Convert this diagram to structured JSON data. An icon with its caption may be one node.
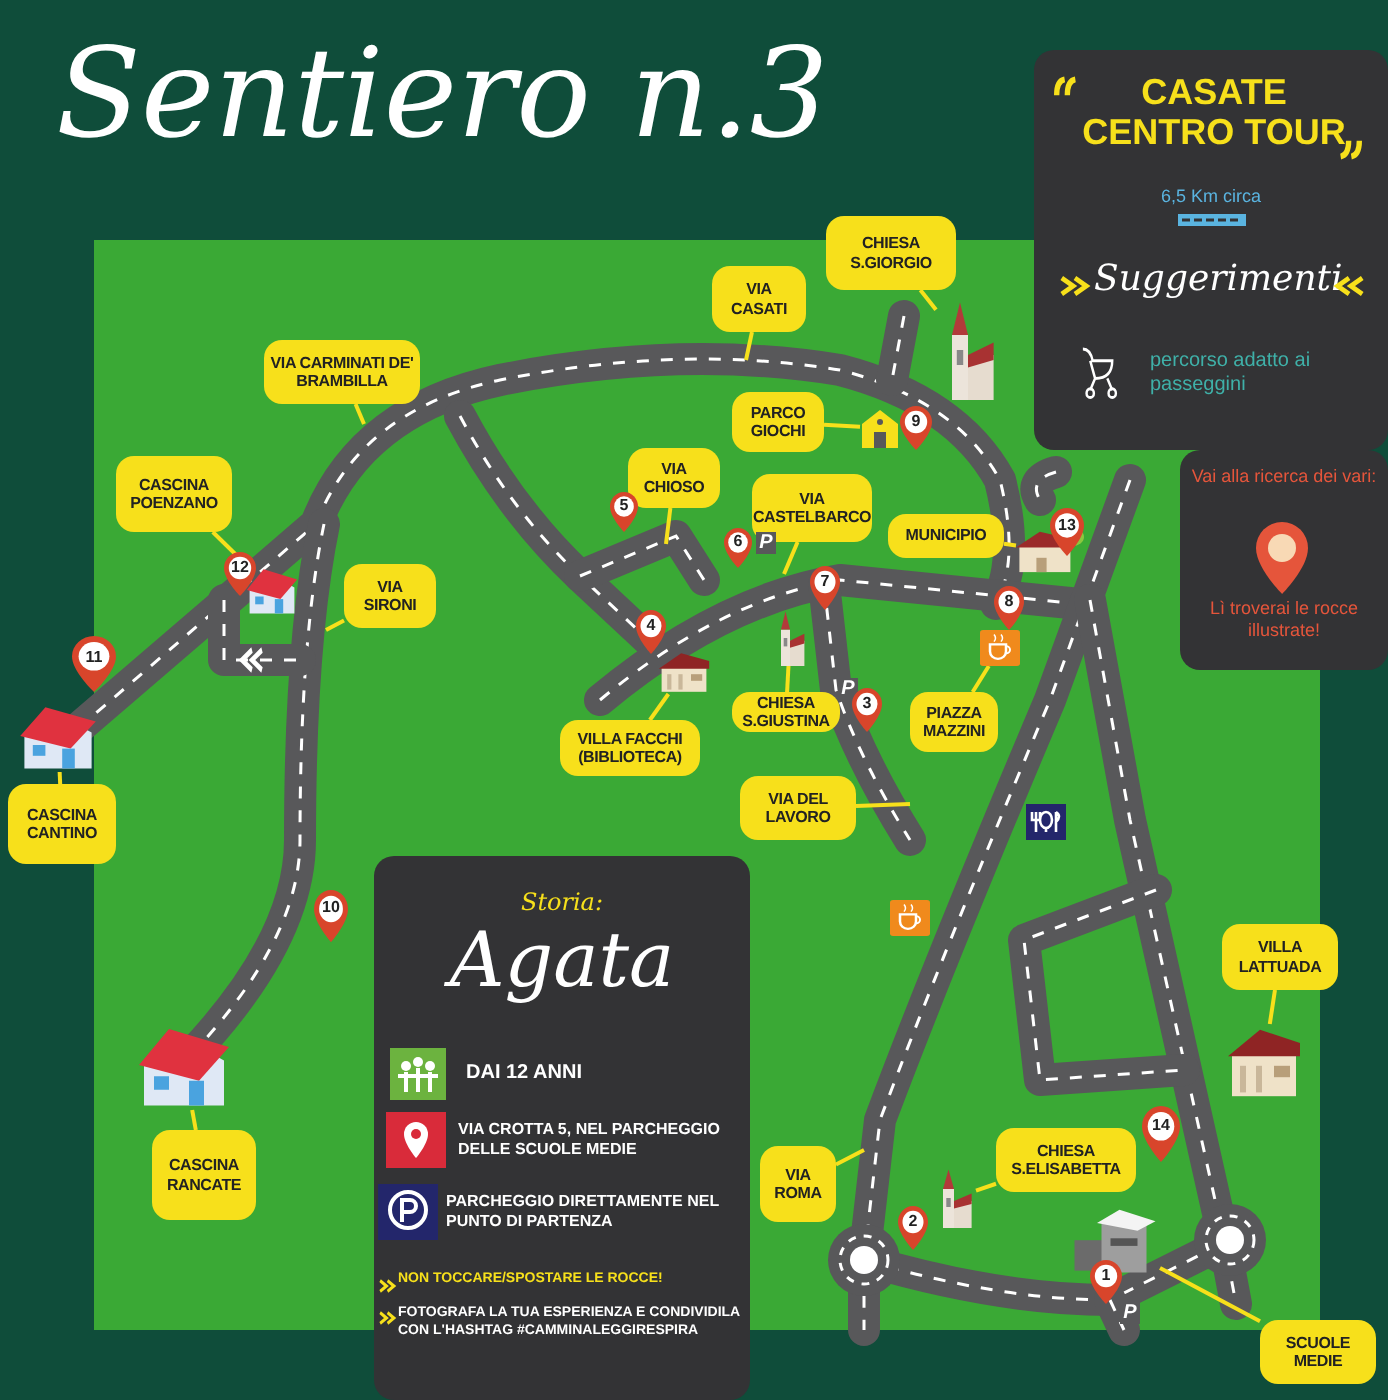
{
  "diagram": {
    "title": "Sentiero n.3",
    "nodes": [
      {
        "text": [
          "CASATE CENTRO TOUR",
          "6,5 Km circa",
          "Suggerimenti",
          "percorso adatto ai passeggini"
        ]
      },
      {
        "text": [
          "Vai alla ricerca dei vari:",
          "Lì troverai le rocce illustrate!"
        ]
      },
      {
        "text": [
          "CHIESA S.GIORGIO"
        ]
      },
      {
        "text": [],
        "shape": "picture"
      },
      {
        "text": [
          "VIA CASATI"
        ]
      },
      {
        "text": [
          "VIA CARMINATI DE' BRAMBILLA"
        ]
      },
      {
        "text": [
          "PARCO GIOCHI"
        ]
      },
      {
        "text": [],
        "shape": "picture"
      },
      {
        "text": [
          "9"
        ]
      },
      {
        "text": [
          "CASCINA POENZANO"
        ]
      },
      {
        "text": [],
        "shape": "picture"
      },
      {
        "text": [
          "12"
        ]
      },
      {
        "text": [
          "VIA CHIOSO"
        ]
      },
      {
        "text": [
          "5"
        ]
      },
      {
        "text": [
          "VIA CASTELBARCO"
        ]
      },
      {
        "text": [
          "6"
        ]
      },
      {
        "text": [
          "MUNICIPIO"
        ]
      },
      {
        "text": [],
        "shape": "picture"
      },
      {
        "text": [
          "13"
        ]
      },
      {
        "text": [
          "VIA SIRONI"
        ]
      },
      {
        "text": [
          "11"
        ]
      },
      {
        "text": [
          "8"
        ]
      },
      {
        "text": [
          "7"
        ]
      },
      {
        "text": [
          "4"
        ]
      },
      {
        "text": [],
        "shape": "picture"
      },
      {
        "text": [],
        "shape": "picture"
      },
      {
        "text": [],
        "shape": "picture"
      },
      {
        "text": [],
        "shape": "picture"
      },
      {
        "text": [
          "CHIESA S.GIUSTINA"
        ]
      },
      {
        "text": [
          "3"
        ]
      },
      {
        "text": [
          "PIAZZA MAZZINI"
        ]
      },
      {
        "text": [
          "VILLA FACCHI (BIBLIOTECA)"
        ]
      },
      {
        "text": [
          "CASCINA CANTINO"
        ]
      },
      {
        "text": [
          "VIA DEL LAVORO"
        ]
      },
      {
        "text": [
          "Storia:",
          "Agata",
          "DAI 12 ANNI",
          "VIA CROTTA 5, NEL PARCHEGGIO DELLE SCUOLE MEDIE",
          "PARCHEGGIO DIRETTAMENTE NEL PUNTO DI PARTENZA",
          "NON TOCCARE/SPOSTARE LE ROCCE!",
          "FOTOGRAFA LA TUA ESPERIENZA E CONDIVIDILA CON L'HASHTAG #CAMMINALEGGIRESPIRA"
        ]
      },
      {
        "text": [
          "10"
        ]
      },
      {
        "text": [
          "VILLA LATTUADA"
        ]
      },
      {
        "text": [],
        "shape": "picture"
      },
      {
        "text": [],
        "shape": "picture"
      },
      {
        "text": [
          "CHIESA S.ELISABETTA"
        ]
      },
      {
        "text": [],
        "shape": "picture"
      },
      {
        "text": [
          "14"
        ]
      },
      {
        "text": [
          "VIA ROMA"
        ]
      },
      {
        "text": [
          "CASCINA RANCATE"
        ]
      },
      {
        "text": [
          "2"
        ]
      },
      {
        "text": [],
        "shape": "picture"
      },
      {
        "text": [
          "1"
        ]
      },
      {
        "text": [
          "SCUOLE MEDIE"
        ]
      }
    ],
    "edges": [
      {
        "from": 2,
        "to": 3,
        "arrow": "none"
      },
      {
        "from": 4,
        "to": null,
        "arrow": "none"
      },
      {
        "from": 5,
        "to": null,
        "arrow": "none"
      },
      {
        "from": 6,
        "to": 7,
        "arrow": "none"
      },
      {
        "from": 9,
        "to": 10,
        "arrow": "none"
      },
      {
        "from": 12,
        "to": null,
        "arrow": "none"
      },
      {
        "from": 14,
        "to": null,
        "arrow": "none"
      },
      {
        "from": 16,
        "to": 17,
        "arrow": "none"
      },
      {
        "from": 19,
        "to": null,
        "arrow": "none"
      },
      {
        "from": 28,
        "to": 25,
        "arrow": "none"
      },
      {
        "from": 30,
        "to": 27,
        "arrow": "none"
      },
      {
        "from": 31,
        "to": 26,
        "arrow": "none"
      },
      {
        "from": 32,
        "to": 24,
        "arrow": "none"
      },
      {
        "from": 33,
        "to": null,
        "arrow": "none"
      },
      {
        "from": 36,
        "to": 37,
        "arrow": "none"
      },
      {
        "from": 43,
        "to": 38,
        "arrow": "none"
      },
      {
        "from": 39,
        "to": 40,
        "arrow": "none"
      },
      {
        "from": 42,
        "to": null,
        "arrow": "none"
      },
      {
        "from": 47,
        "to": 45,
        "arrow": "none"
      }
    ],
    "labels": [
      "P",
      "P",
      "P"
    ]
  }
}
